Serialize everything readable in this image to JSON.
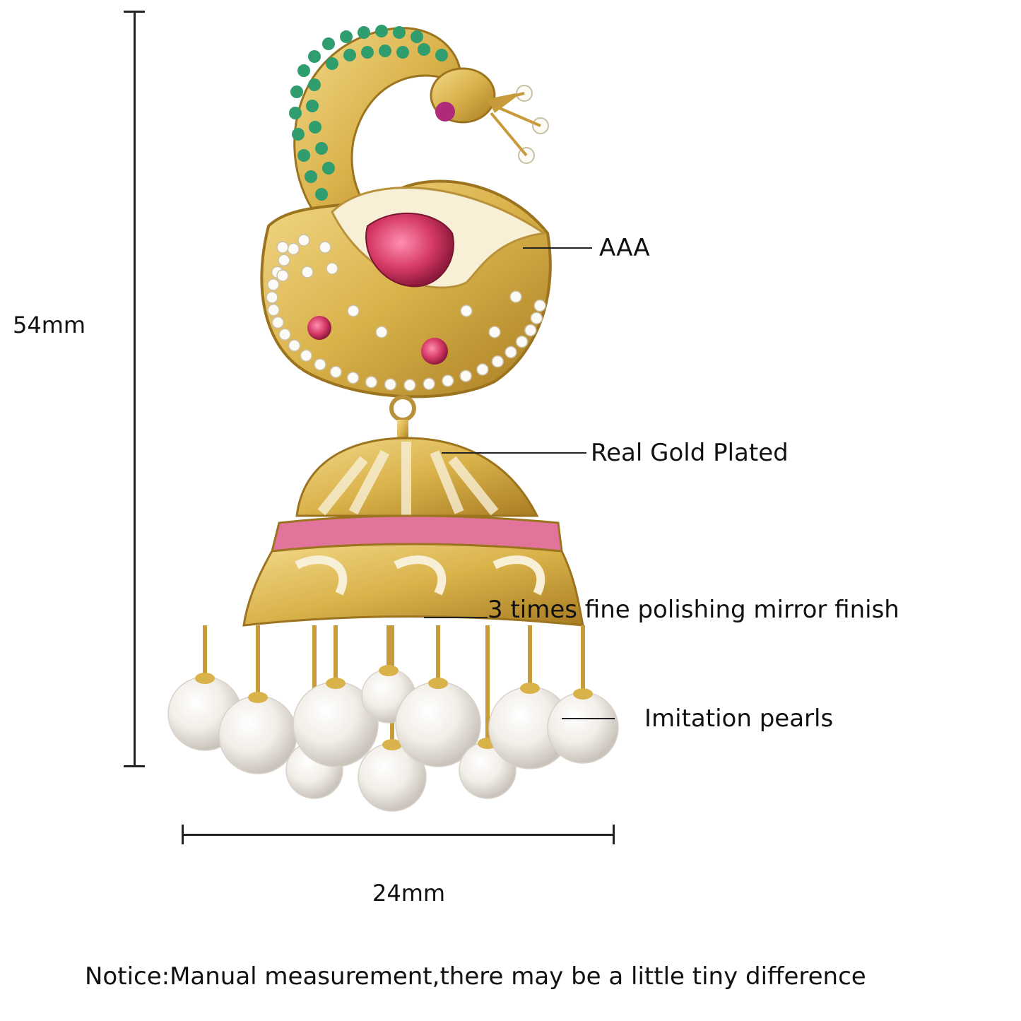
{
  "dimensions": {
    "height_label": "54mm",
    "width_label": "24mm"
  },
  "callouts": {
    "stones": "AAA",
    "plating": "Real Gold Plated",
    "finish": "3 times fine polishing mirror finish",
    "pearls": "Imitation pearls"
  },
  "notice": "Notice:Manual measurement,there may be a little tiny difference",
  "colors": {
    "gold": "#d9b24a",
    "gold_dark": "#b58a2a",
    "emerald": "#2f9d6e",
    "ruby": "#d63a66",
    "pearl": "#f4f1ec",
    "crystal": "#fbfaf5"
  },
  "product": {
    "icon": "peacock-jhumka-earring-icon"
  }
}
